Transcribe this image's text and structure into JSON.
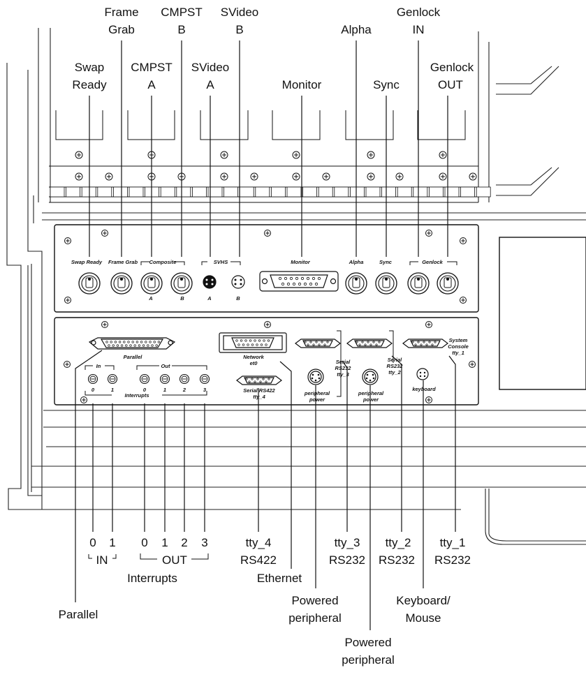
{
  "top_callouts": {
    "swap_ready": [
      "Swap",
      "Ready"
    ],
    "frame_grab": [
      "Frame",
      "Grab"
    ],
    "cmpst_a": [
      "CMPST",
      "A"
    ],
    "cmpst_b": [
      "CMPST",
      "B"
    ],
    "svideo_a": [
      "SVideo",
      "A"
    ],
    "svideo_b": [
      "SVideo",
      "B"
    ],
    "monitor": [
      "Monitor"
    ],
    "alpha": [
      "Alpha"
    ],
    "sync": [
      "Sync"
    ],
    "genlock_in": [
      "Genlock",
      "IN"
    ],
    "genlock_out": [
      "Genlock",
      "OUT"
    ]
  },
  "upper_panel_labels": {
    "swap_ready": "Swap Ready",
    "frame_grab": "Frame Grab",
    "composite": "Composite",
    "composite_a": "A",
    "composite_b": "B",
    "svhs": "SVHS",
    "svhs_a": "A",
    "svhs_b": "B",
    "monitor": "Monitor",
    "alpha": "Alpha",
    "sync": "Sync",
    "genlock": "Genlock"
  },
  "lower_panel_labels": {
    "parallel": "Parallel",
    "in": "In",
    "out": "Out",
    "in_0": "0",
    "in_1": "1",
    "out_0": "0",
    "out_1": "1",
    "out_2": "2",
    "out_3": "3",
    "interrupts": "Interrupts",
    "network": [
      "Network",
      "et0"
    ],
    "serial_rs422": [
      "Serial RS422",
      "tty_4"
    ],
    "serial_rs232_3": [
      "Serial",
      "RS232",
      "tty_3"
    ],
    "serial_rs232_2": [
      "Serial",
      "RS232",
      "tty_2"
    ],
    "system_console": [
      "System",
      "Console",
      "tty_1"
    ],
    "peripheral_power": [
      "peripheral",
      "power"
    ],
    "keyboard": "keyboard"
  },
  "bottom_callouts": {
    "in_0": "0",
    "in_1": "1",
    "in_bracket": "IN",
    "out_0": "0",
    "out_1": "1",
    "out_2": "2",
    "out_3": "3",
    "out_bracket": "OUT",
    "interrupts": "Interrupts",
    "tty_4": [
      "tty_4",
      "RS422"
    ],
    "ethernet": "Ethernet",
    "tty_3": [
      "tty_3",
      "RS232"
    ],
    "tty_2": [
      "tty_2",
      "RS232"
    ],
    "tty_1": [
      "tty_1",
      "RS232"
    ],
    "parallel": "Parallel",
    "powered_peripheral_1": [
      "Powered",
      "peripheral"
    ],
    "powered_peripheral_2": [
      "Powered",
      "peripheral"
    ],
    "keyboard_mouse": [
      "Keyboard/",
      "Mouse"
    ]
  }
}
